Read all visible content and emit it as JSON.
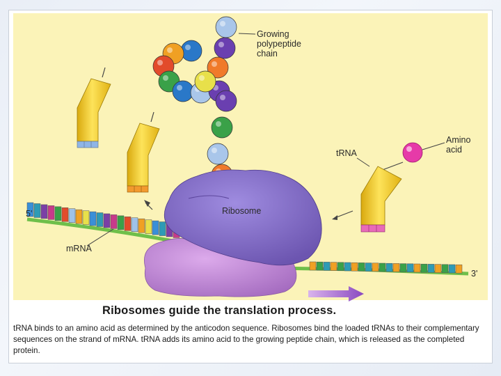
{
  "diagram": {
    "labels": {
      "growing_chain": [
        "Growing",
        "polypeptide",
        "chain"
      ],
      "amino_acid": [
        "Amino",
        "acid"
      ],
      "trna": "tRNA",
      "ribosome": "Ribosome",
      "five_prime": "5'",
      "three_prime": "3'",
      "mrna": "mRNA"
    }
  },
  "caption": {
    "title": "Ribosomes guide the translation process.",
    "body": "tRNA binds to an amino acid as determined by the anticodon sequence. Ribosomes bind the loaded tRNAs to their complementary sequences on the strand of mRNA. tRNA adds its amino acid to the growing peptide chain, which is released as the completed protein."
  },
  "colors": {
    "panel": "#fbf3b8",
    "ribosome_large": "#8a74c9",
    "ribosome_small": "#c58fd8",
    "trna": "#f3cc22",
    "amino_acid": "#e63aa8",
    "mrna_backbone": "#6fbf4a",
    "arrow": "#a064c8"
  }
}
